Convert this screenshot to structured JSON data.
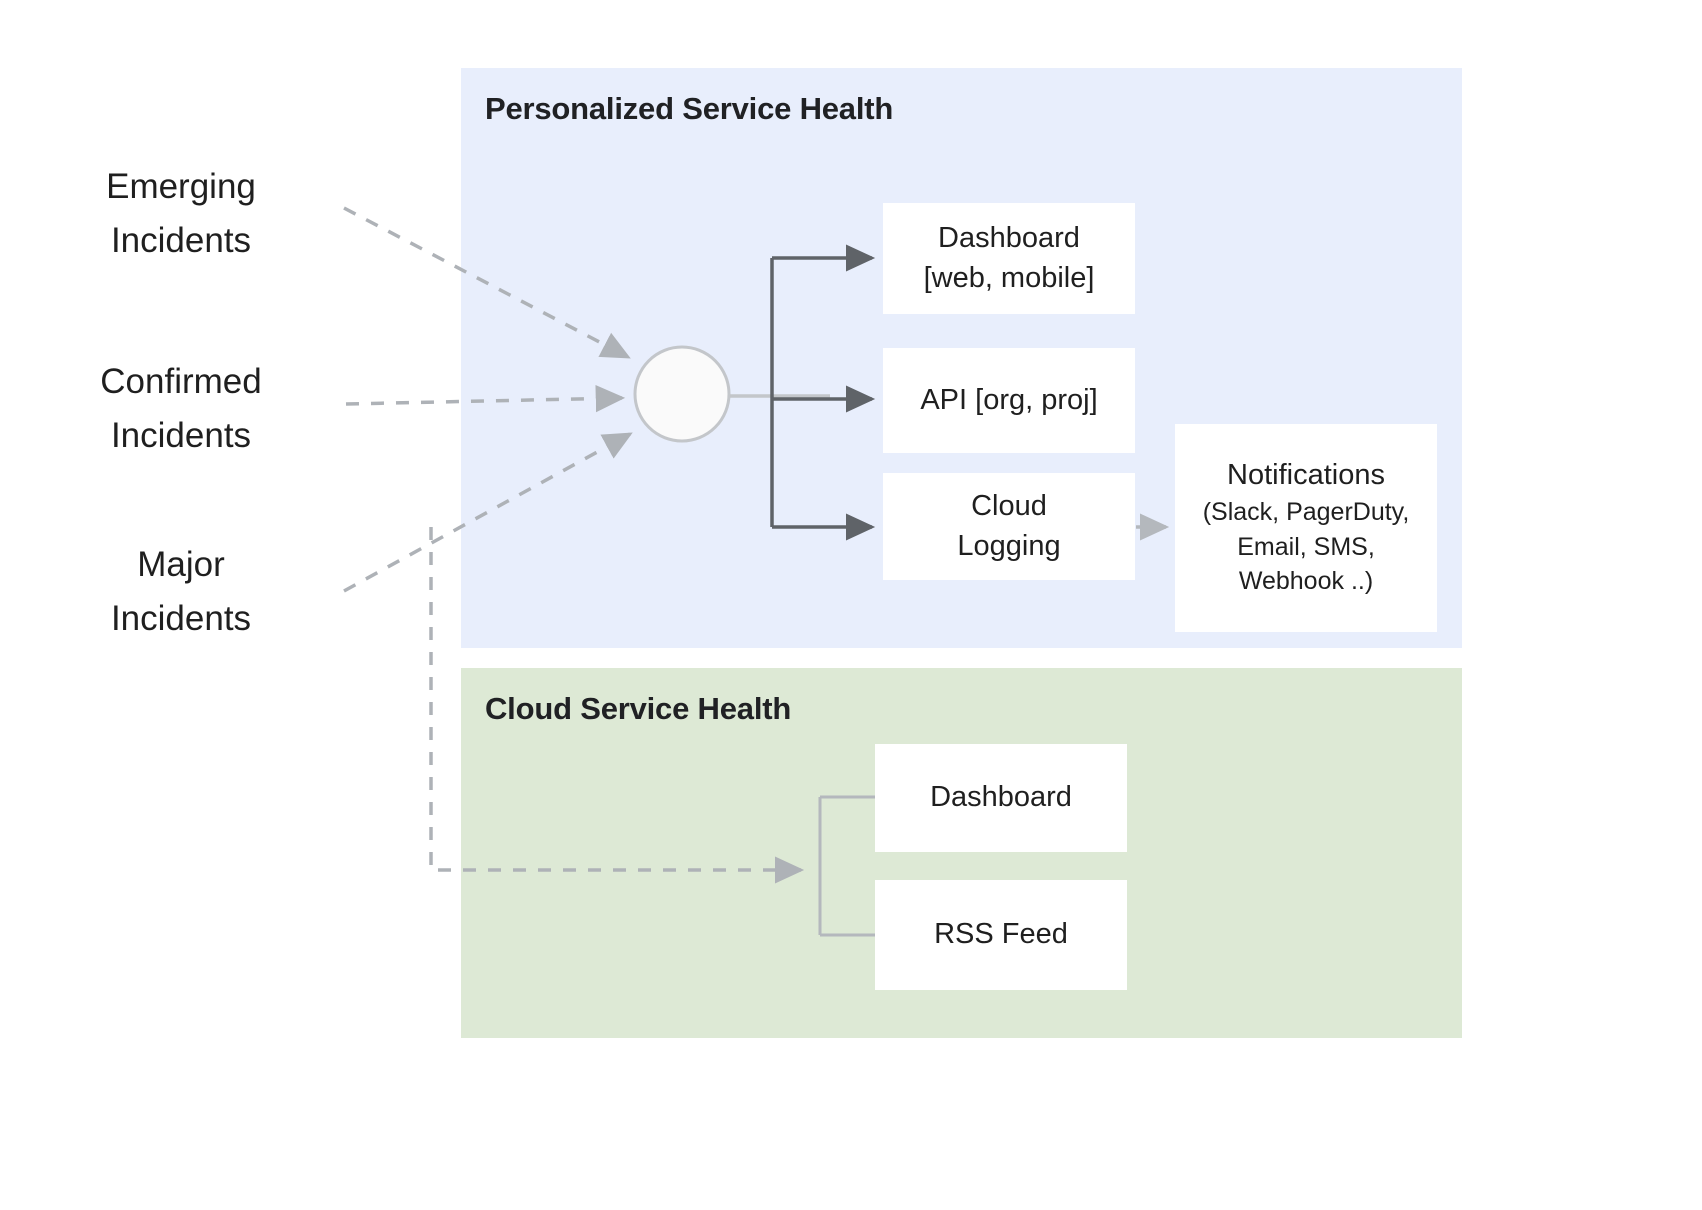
{
  "diagram": {
    "title_hidden": "",
    "colors": {
      "panel_personalized_bg": "#e8eefc",
      "panel_cloud_bg": "#dde9d5",
      "box_bg": "#ffffff",
      "text": "#1f1f1f",
      "solid_arrow": "#5f6368",
      "dashed_arrow": "#aaaeb3",
      "light_connector": "#b9bcc0"
    }
  },
  "sources": [
    {
      "id": "emerging",
      "label": "Emerging\nIncidents",
      "line1": "Emerging",
      "line2": "Incidents"
    },
    {
      "id": "confirmed",
      "label": "Confirmed\nIncidents",
      "line1": "Confirmed",
      "line2": "Incidents"
    },
    {
      "id": "major",
      "label": "Major\nIncidents",
      "line1": "Major",
      "line2": "Incidents"
    }
  ],
  "panels": {
    "personalized": {
      "title": "Personalized Service Health",
      "nodes": {
        "hub": {
          "shape": "circle",
          "label": ""
        },
        "dashboard": {
          "line1": "Dashboard",
          "line2": "[web, mobile]"
        },
        "api": {
          "line1": "API [org, proj]",
          "line2": ""
        },
        "cloud_logging": {
          "line1": "Cloud",
          "line2": "Logging"
        },
        "notifications": {
          "title": "Notifications",
          "sub_line1": "(Slack, PagerDuty,",
          "sub_line2": "Email, SMS,",
          "sub_line3": "Webhook ..)"
        }
      }
    },
    "cloud": {
      "title": "Cloud Service Health",
      "nodes": {
        "dashboard": {
          "line1": "Dashboard"
        },
        "rss": {
          "line1": "RSS Feed"
        }
      }
    }
  }
}
